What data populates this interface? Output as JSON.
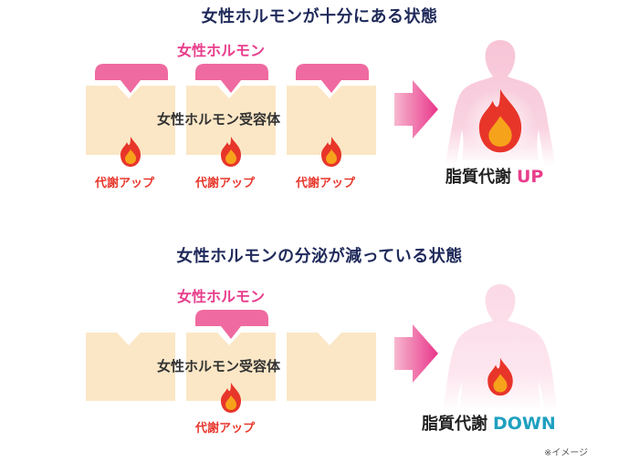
{
  "top": {
    "title": "女性ホルモンが十分にある状態",
    "hormone_label": "女性ホルモン",
    "receptor_label": "女性ホルモン受容体",
    "metabolism_labels": [
      "代謝アップ",
      "代謝アップ",
      "代謝アップ"
    ],
    "fat_metabolism": "脂質代謝",
    "fat_direction": "UP"
  },
  "bottom": {
    "title": "女性ホルモンの分泌が減っている状態",
    "hormone_label": "女性ホルモン",
    "receptor_label": "女性ホルモン受容体",
    "metabolism_labels": [
      "代謝アップ"
    ],
    "fat_metabolism": "脂質代謝",
    "fat_direction": "DOWN"
  },
  "note": "※イメージ",
  "colors": {
    "title": "#1f2a5a",
    "hormone": "#e83e8c",
    "receptor_box": "#fbe7c6",
    "arrow": "#e83e8c",
    "body_silhouette": "#f7c4d6",
    "flame_outer": "#e8352a",
    "flame_inner": "#f7a21b",
    "up": "#e83e8c",
    "down": "#1fa0c0"
  },
  "icons": [
    "flame-icon",
    "arrow-right-icon",
    "body-silhouette-icon"
  ]
}
